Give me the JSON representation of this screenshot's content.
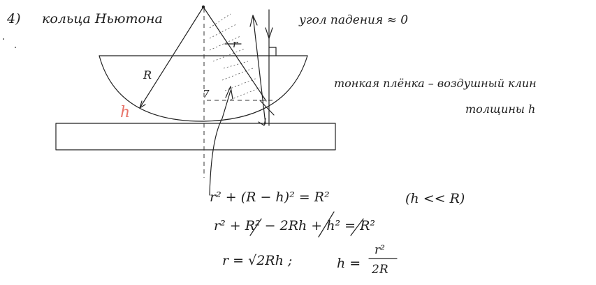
{
  "header": {
    "item_number": "4)",
    "title": "кольца Ньютона",
    "incidence_note": "угол падения ≈ 0"
  },
  "diagram": {
    "label_R": "R",
    "label_r": "r",
    "label_h": "h",
    "label_7": "7",
    "h_color": "#e8746a"
  },
  "annotation": {
    "line1": "тонкая плёнка – воздушный клин",
    "line2": "толщины h"
  },
  "math": {
    "eq1": "r² + (R − h)² = R²",
    "condition": "(h << R)",
    "eq2": "r² + R² − 2Rh + h² = R²",
    "eq3": "r = √2Rh ;",
    "eq4_lhs": "h =",
    "eq4_num": "r²",
    "eq4_den": "2R"
  }
}
